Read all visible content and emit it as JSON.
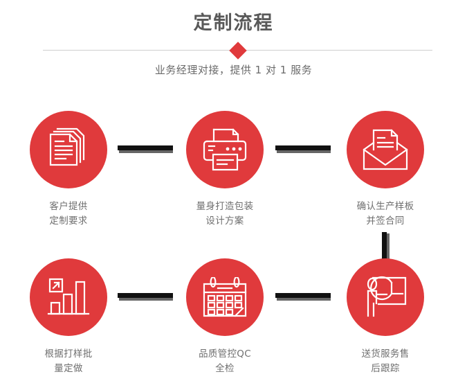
{
  "header": {
    "title": "定制流程",
    "subtitle": "业务经理对接，提供 1 对 1 服务",
    "divider_icon": "diamond-marker"
  },
  "colors": {
    "accent_red": "#e03a3c",
    "title_gray": "#595959",
    "label_gray": "#6f6f6f",
    "divider_gray": "#cfcfcf",
    "connector_dark": "#111111",
    "connector_shadow": "#666666",
    "background": "#ffffff"
  },
  "flow": {
    "steps": [
      {
        "index": 1,
        "icon": "documents-stack-icon",
        "label": "客户提供\n定制要求"
      },
      {
        "index": 2,
        "icon": "printer-icon",
        "label": "量身打造包装\n设计方案"
      },
      {
        "index": 3,
        "icon": "envelope-letter-icon",
        "label": "确认生产样板\n并签合同"
      },
      {
        "index": 4,
        "icon": "bar-chart-growth-icon",
        "label": "根据打样批\n量定做"
      },
      {
        "index": 5,
        "icon": "calendar-check-icon",
        "label": "品质管控QC\n全检"
      },
      {
        "index": 6,
        "icon": "presenter-pie-chart-icon",
        "label": "送货服务售\n后跟踪"
      }
    ],
    "connectors": [
      {
        "id": "c1",
        "from": 1,
        "to": 2,
        "orientation": "horizontal"
      },
      {
        "id": "c2",
        "from": 2,
        "to": 3,
        "orientation": "horizontal"
      },
      {
        "id": "c3",
        "from": 3,
        "to": 6,
        "orientation": "vertical"
      },
      {
        "id": "c4",
        "from": 4,
        "to": 5,
        "orientation": "horizontal"
      },
      {
        "id": "c5",
        "from": 5,
        "to": 6,
        "orientation": "horizontal"
      }
    ]
  }
}
